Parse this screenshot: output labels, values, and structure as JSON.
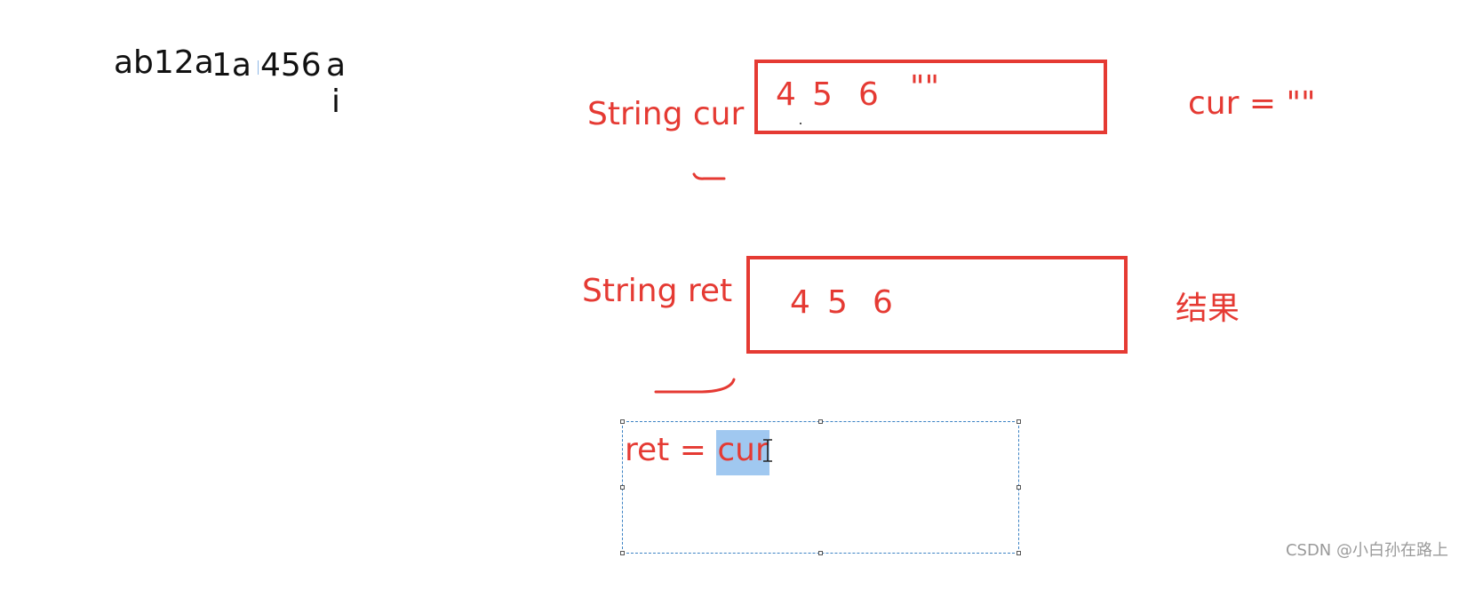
{
  "left_text": {
    "line1_part1": "ab12a",
    "line1_part2": "1a",
    "line1_part3": "456",
    "line1_part4": "a",
    "line2": "i"
  },
  "cur_section": {
    "label": "String cur",
    "box_chars": [
      "4",
      "5",
      "6",
      "\"\""
    ],
    "assignment": "cur = \"\""
  },
  "ret_section": {
    "label": "String ret",
    "box_chars": [
      "4",
      "5",
      "6"
    ],
    "result_label": "结果"
  },
  "textbox": {
    "prefix": "ret = ",
    "selected": "cur"
  },
  "watermark": "CSDN @小白孙在路上",
  "colors": {
    "accent_red": "#e53a33",
    "selection_blue": "#a0c8f0",
    "dashed_border": "#3c82c4"
  }
}
